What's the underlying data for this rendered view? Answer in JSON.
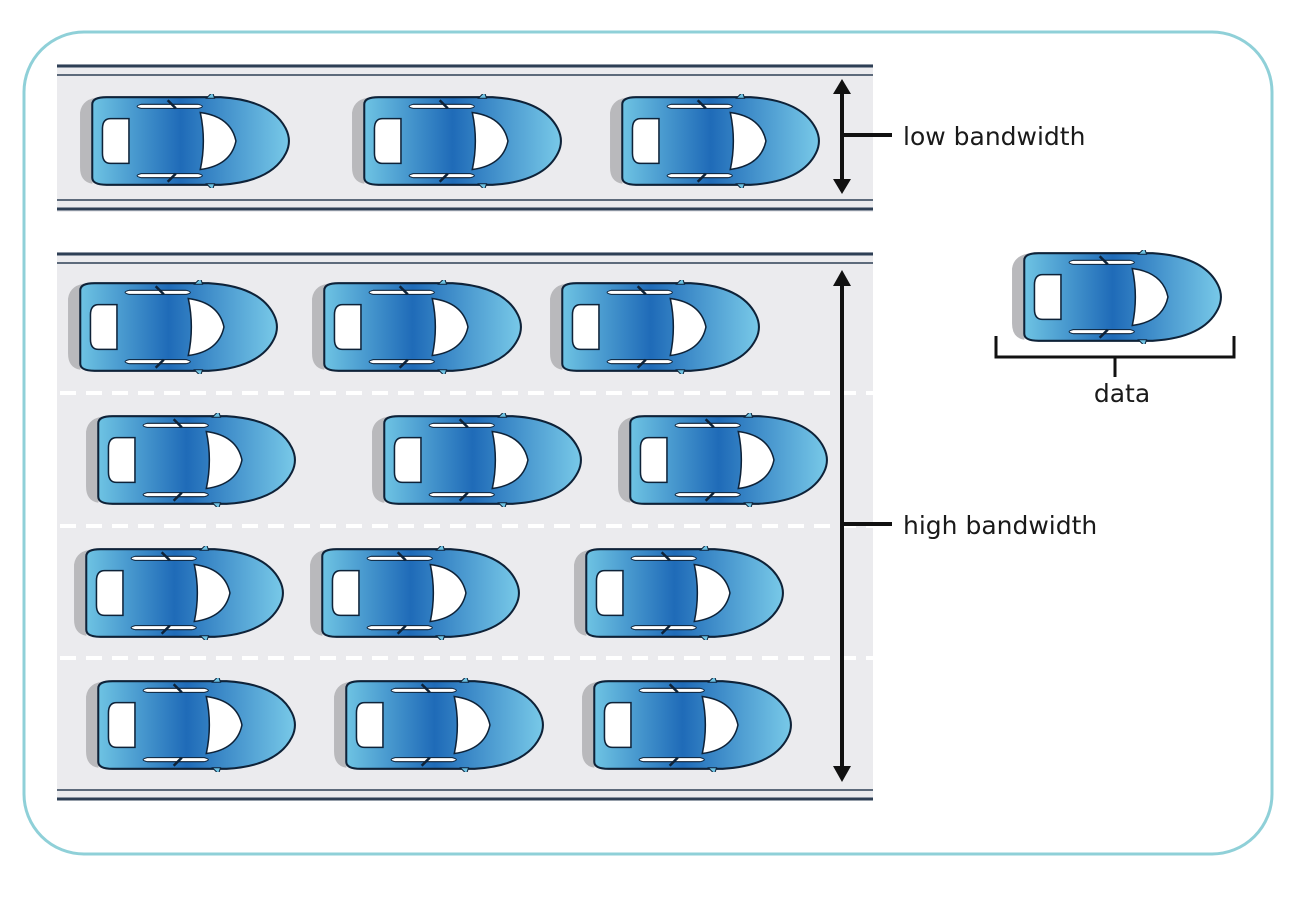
{
  "labels": {
    "low": "low bandwidth",
    "high": "high bandwidth",
    "data": "data"
  },
  "colors": {
    "frame": "#8fd0d8",
    "road": "#ebebee",
    "road_edge": "#2e3f55",
    "lane_marking": "#ffffff",
    "car_body_light": "#6ec3e3",
    "car_body_dark": "#1f6bb8",
    "car_outline": "#0e2238",
    "glass": "#ffffff",
    "arrow": "#111111",
    "text": "#1a1a1a"
  },
  "diagram": {
    "low_bandwidth_road": {
      "lanes": 1,
      "cars_per_lane": [
        3
      ]
    },
    "high_bandwidth_road": {
      "lanes": 4,
      "cars_per_lane": [
        3,
        3,
        3,
        3
      ]
    },
    "legend_car": {
      "icon": "car-icon"
    }
  }
}
